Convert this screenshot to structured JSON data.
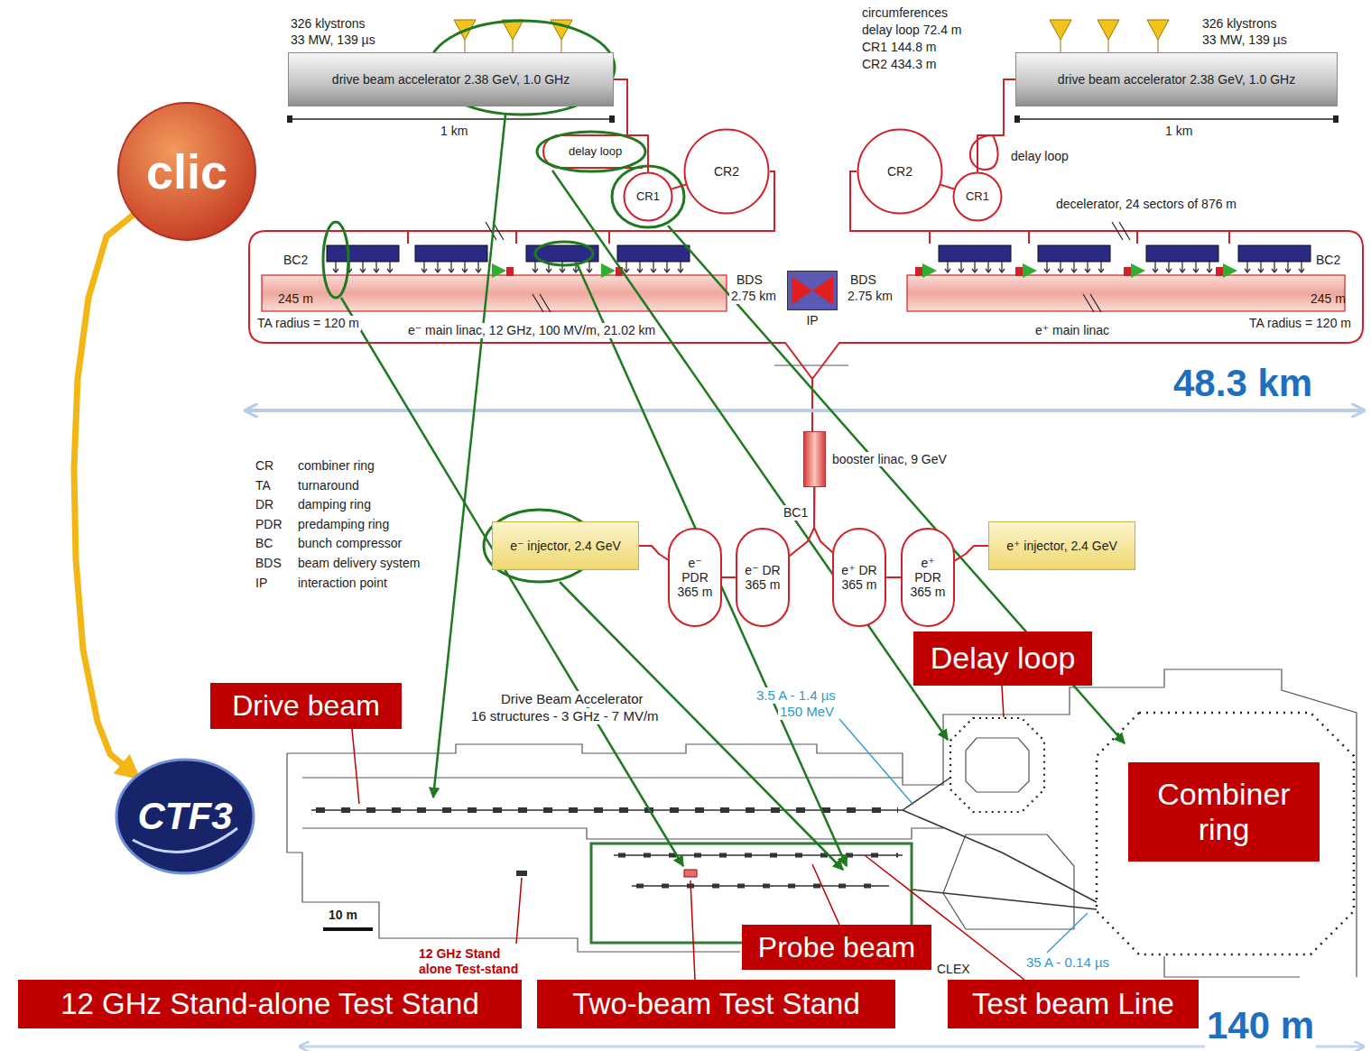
{
  "diagram": {
    "nodes": [
      {
        "text": [
          "clic"
        ]
      },
      {
        "text": [
          "drive beam accelerator 2.38 GeV, 1.0 GHz"
        ]
      },
      {
        "text": [
          "drive beam accelerator 2.38 GeV, 1.0 GHz"
        ]
      },
      {
        "text": [
          "CR1"
        ]
      },
      {
        "text": [
          "CR2"
        ]
      },
      {
        "text": [
          "CR2"
        ]
      },
      {
        "text": [
          "CR1"
        ]
      },
      {
        "text": [
          "IP"
        ]
      },
      {
        "text": [
          "booster linac, 9 GeV"
        ]
      },
      {
        "text": [
          "e⁻ injector, 2.4 GeV"
        ]
      },
      {
        "text": [
          "e⁻ PDR 365 m"
        ]
      },
      {
        "text": [
          "e⁻ DR 365 m"
        ]
      },
      {
        "text": [
          "e⁺ DR 365 m"
        ]
      },
      {
        "text": [
          "e⁺ PDR 365 m"
        ]
      },
      {
        "text": [
          "e⁺ injector, 2.4 GeV"
        ]
      },
      {
        "text": [
          "CTF3"
        ]
      },
      {
        "text": [
          "Drive beam"
        ]
      },
      {
        "text": [
          "Delay loop"
        ]
      },
      {
        "text": [
          "Combiner ring"
        ]
      },
      {
        "text": [
          "Probe beam"
        ]
      },
      {
        "text": [
          "12 GHz Stand-alone Test Stand"
        ]
      },
      {
        "text": [
          "Two-beam Test Stand"
        ]
      },
      {
        "text": [
          "Test beam Line"
        ]
      }
    ],
    "edges": [
      {
        "from": 0,
        "to": 15,
        "arrow": "to"
      },
      {
        "from": 1,
        "to": 3,
        "arrow": "none"
      },
      {
        "from": 3,
        "to": 4,
        "arrow": "none"
      },
      {
        "from": 2,
        "to": 6,
        "arrow": "none"
      },
      {
        "from": 6,
        "to": 5,
        "arrow": "none"
      },
      {
        "from": 9,
        "to": 10,
        "arrow": "none"
      },
      {
        "from": 10,
        "to": 11,
        "arrow": "none"
      },
      {
        "from": 11,
        "to": 8,
        "arrow": "none"
      },
      {
        "from": 14,
        "to": 13,
        "arrow": "none"
      },
      {
        "from": 13,
        "to": 12,
        "arrow": "none"
      },
      {
        "from": 12,
        "to": 8,
        "arrow": "none"
      }
    ],
    "labels": [
      "326 klystrons",
      "33 MW, 139 µs",
      "1 km",
      "circumferences",
      "delay loop 72.4 m",
      "CR1 144.8 m",
      "CR2 434.3 m",
      "326 klystrons",
      "33 MW, 139 µs",
      "1 km",
      "delay loop",
      "delay loop",
      "decelerator, 24 sectors of 876 m",
      "BC2",
      "245 m",
      "TA radius = 120 m",
      "BDS",
      "2.75 km",
      "BDS",
      "2.75 km",
      "e⁻ main linac, 12 GHz, 100 MV/m, 21.02 km",
      "e⁺ main linac",
      "BC2",
      "245 m",
      "TA radius = 120 m",
      "48.3 km",
      "CR",
      "combiner ring",
      "TA",
      "turnaround",
      "DR",
      "damping ring",
      "PDR",
      "predamping ring",
      "BC",
      "bunch compressor",
      "BDS",
      "beam delivery system",
      "IP",
      "interaction point",
      "BC1",
      "Drive Beam Accelerator",
      "16 structures - 3 GHz - 7 MV/m",
      "3.5 A - 1.4 µs",
      "150 MeV",
      "10 m",
      "12 GHz Stand",
      "alone Test-stand",
      "35 A - 0.14 µs",
      "CLEX",
      "140 m"
    ]
  }
}
